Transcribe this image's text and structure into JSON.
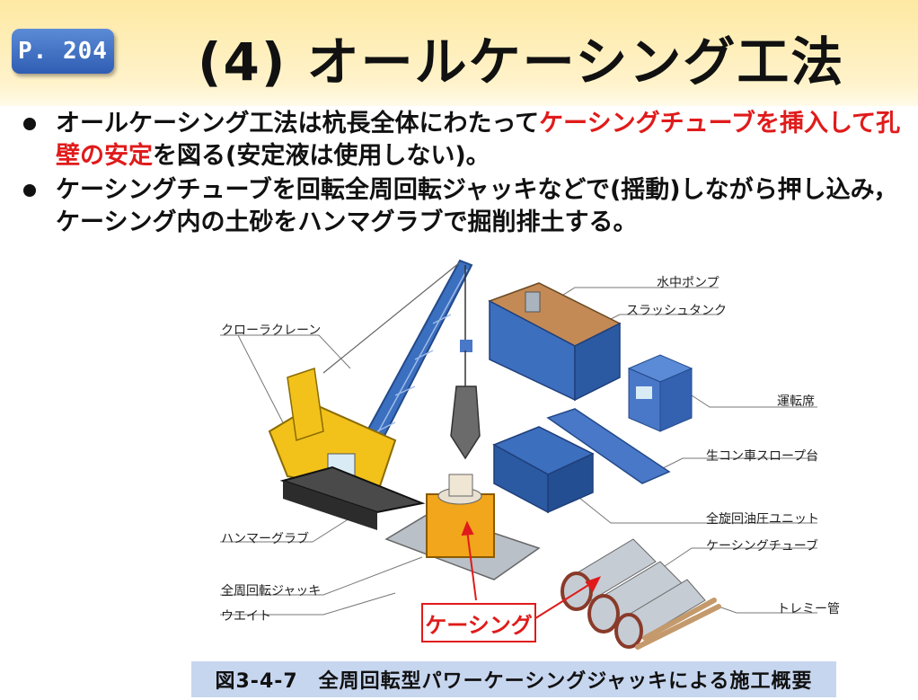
{
  "header": {
    "page_badge": "P. 204",
    "title": "(4) オールケーシング工法"
  },
  "bullets": [
    {
      "text_before": "オールケーシング工法は杭長全体にわたって",
      "highlight1": "ケーシングチューブを挿入して孔壁の安定",
      "text_after": "を図る(安定液は使用しない)。"
    },
    {
      "text": "ケーシングチューブを回転全周回転ジャッキなどで(揺動)しながら押し込み，ケーシング内の土砂をハンマグラブで掘削排土する。"
    }
  ],
  "figure": {
    "labels": {
      "crawler_crane": "クローラクレーン",
      "hammer_grab": "ハンマーグラブ",
      "rotary_jack": "全周回転ジャッキ",
      "weight": "ウエイト",
      "pump": "水中ポンプ",
      "slush_tank": "スラッシュタンク",
      "operator_room": "運転席",
      "slope": "生コン車スロープ台",
      "hydraulic_unit": "全旋回油圧ユニット",
      "casing_tube": "ケーシングチューブ",
      "tremie": "トレミー管"
    },
    "callout": "ケーシング",
    "caption": "図3-4-7　全周回転型パワーケーシングジャッキによる施工概要"
  },
  "colors": {
    "accent_red": "#e01b1b",
    "badge_blue": "#2f5db3",
    "caption_bg": "#c7d6ef",
    "header_bg": "#fde9a3"
  }
}
